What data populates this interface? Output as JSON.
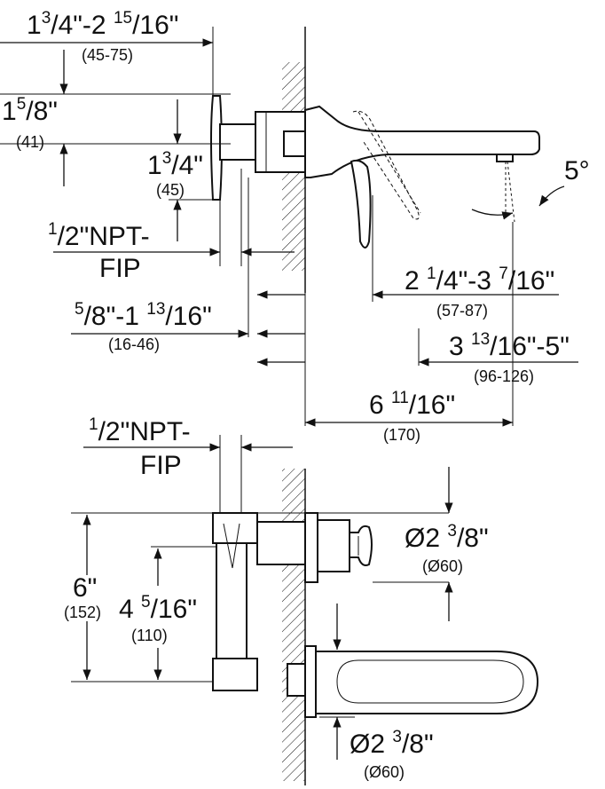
{
  "dimensions": {
    "d1": {
      "main": "1",
      "sup": "3",
      "sep": "/4\"-2 ",
      "sup2": "15",
      "tail": "/16\"",
      "sub": "(45-75)"
    },
    "d2": {
      "main": "1",
      "sup": "5",
      "tail": "/8\"",
      "sub": "(41)"
    },
    "d3": {
      "main": "1",
      "sup": "3",
      "tail": "/4\"",
      "sub": "(45)"
    },
    "d4": {
      "sup": "1",
      "tail": "/2\"NPT-",
      "line2": "FIP"
    },
    "d5": {
      "sup": "5",
      "sep": "/8\"-1 ",
      "sup2": "13",
      "tail": "/16\"",
      "sub": "(16-46)"
    },
    "d6": {
      "main": "2 ",
      "sup": "1",
      "sep": "/4\"-3 ",
      "sup2": "7",
      "tail": "/16\"",
      "sub": "(57-87)"
    },
    "d7": {
      "main": "3 ",
      "sup": "13",
      "tail": "/16\"-5\"",
      "sub": "(96-126)"
    },
    "d8": {
      "main": "6 ",
      "sup": "11",
      "tail": "/16\"",
      "sub": "(170)"
    },
    "d9": {
      "main": "5°"
    },
    "d10": {
      "sup": "1",
      "tail": "/2\"NPT-",
      "line2": "FIP"
    },
    "d11": {
      "main": "6\"",
      "sub": "(152)"
    },
    "d12": {
      "main": "4 ",
      "sup": "5",
      "tail": "/16\"",
      "sub": "(110)"
    },
    "d13": {
      "main": "Ø2 ",
      "sup": "3",
      "tail": "/8\"",
      "sub": "(Ø60)"
    },
    "d14": {
      "main": "Ø2 ",
      "sup": "3",
      "tail": "/8\"",
      "sub": "(Ø60)"
    }
  }
}
